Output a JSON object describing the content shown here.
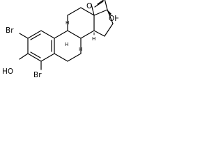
{
  "structure": {
    "atoms": {
      "br_top": "Br",
      "br_bottom": "Br",
      "ho_left": "HO",
      "o_carbonyl": "O",
      "oh_right": "OH",
      "h_ring_b": "H",
      "h_ring_c": "H",
      "h_ring_d": "H",
      "h_c8": "H"
    }
  }
}
